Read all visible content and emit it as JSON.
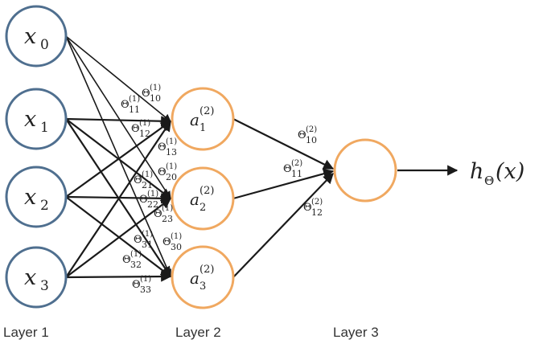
{
  "layers": [
    {
      "label": "Layer 1"
    },
    {
      "label": "Layer 2"
    },
    {
      "label": "Layer 3"
    }
  ],
  "inputs": [
    {
      "var": "x",
      "sub": "0"
    },
    {
      "var": "x",
      "sub": "1"
    },
    {
      "var": "x",
      "sub": "2"
    },
    {
      "var": "x",
      "sub": "3"
    }
  ],
  "hidden": [
    {
      "var": "a",
      "sub": "1",
      "sup": "(2)"
    },
    {
      "var": "a",
      "sub": "2",
      "sup": "(2)"
    },
    {
      "var": "a",
      "sub": "3",
      "sup": "(2)"
    }
  ],
  "output": {
    "func": "h",
    "sub": "Θ",
    "arg": "(x)"
  },
  "weights_layer1": [
    {
      "sub": "10",
      "sup": "(1)"
    },
    {
      "sub": "11",
      "sup": "(1)"
    },
    {
      "sub": "12",
      "sup": "(1)"
    },
    {
      "sub": "13",
      "sup": "(1)"
    },
    {
      "sub": "20",
      "sup": "(1)"
    },
    {
      "sub": "21",
      "sup": "(1)"
    },
    {
      "sub": "22",
      "sup": "(1)"
    },
    {
      "sub": "23",
      "sup": "(1)"
    },
    {
      "sub": "30",
      "sup": "(1)"
    },
    {
      "sub": "31",
      "sup": "(1)"
    },
    {
      "sub": "32",
      "sup": "(1)"
    },
    {
      "sub": "33",
      "sup": "(1)"
    }
  ],
  "weights_layer2": [
    {
      "sub": "10",
      "sup": "(2)"
    },
    {
      "sub": "11",
      "sup": "(2)"
    },
    {
      "sub": "12",
      "sup": "(2)"
    }
  ],
  "weight_symbol": "Θ",
  "colors": {
    "input_node": "#4f6f8f",
    "hidden_node": "#f0a860",
    "edge": "#1a1a1a"
  }
}
